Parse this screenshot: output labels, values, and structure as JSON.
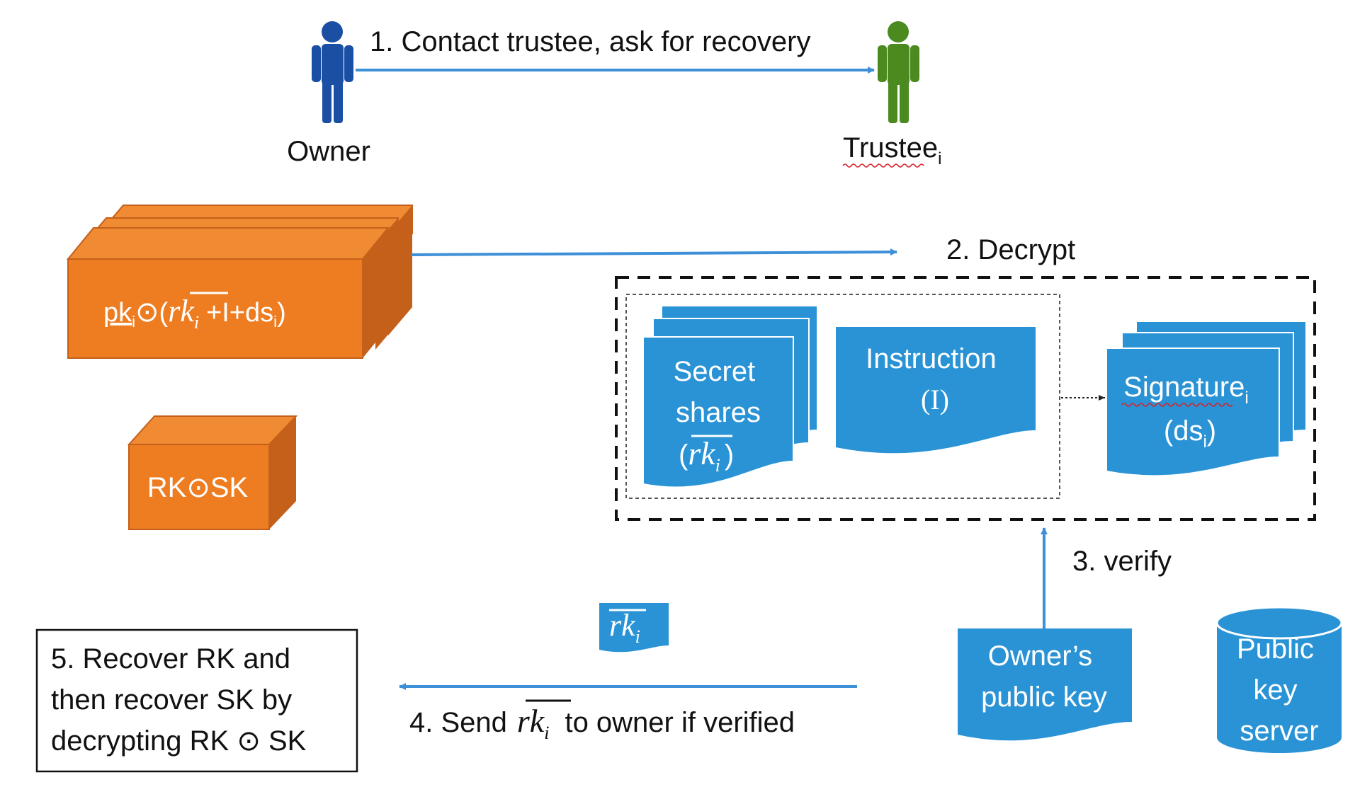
{
  "colors": {
    "blue": "#2f95dc",
    "blue_doc": "#2a93d5",
    "blue_arrow": "#3d8fd8",
    "orange": "#ee7d22",
    "orange_dark": "#c4601a",
    "orange_top": "#f08a33",
    "owner": "#1a4fa3",
    "trustee": "#4b8a1f",
    "squiggle": "#d8232a",
    "text": "#111111"
  },
  "people": {
    "owner_label": "Owner",
    "trustee_label": "Trustee",
    "trustee_sub": "i"
  },
  "steps": {
    "step1": "1. Contact trustee, ask for recovery",
    "step2": "2. Decrypt",
    "step3": "3. verify",
    "step4_prefix": "4. Send",
    "step4_suffix": "to owner if verified"
  },
  "math": {
    "rk_symbol": "rk",
    "rk_sub": "i"
  },
  "boxes": {
    "encrypted_prefix": "pk",
    "encrypted_sub": "i",
    "encrypted_mid": "(",
    "encrypted_plus": "+I+ds",
    "encrypted_sub2": "i",
    "encrypted_end": ")",
    "rk_sk": "RK⊙SK",
    "odot": "⊙"
  },
  "documents": {
    "secret_line1": "Secret",
    "secret_line2": "shares",
    "secret_open": "(",
    "secret_close": ")",
    "instruction_line1": "Instruction",
    "instruction_line2": "(I)",
    "signature_line1": "Signature",
    "signature_sub": "i",
    "signature_line2": "(ds",
    "signature_sub2": "i",
    "signature_close": ")",
    "owner_key_line1": "Owner’s",
    "owner_key_line2": "public key",
    "server_line1": "Public",
    "server_line2": "key",
    "server_line3": "server"
  },
  "recover": {
    "line1": "5. Recover RK and",
    "line2": "then recover SK by",
    "line3": "decrypting RK ⊙ SK"
  }
}
